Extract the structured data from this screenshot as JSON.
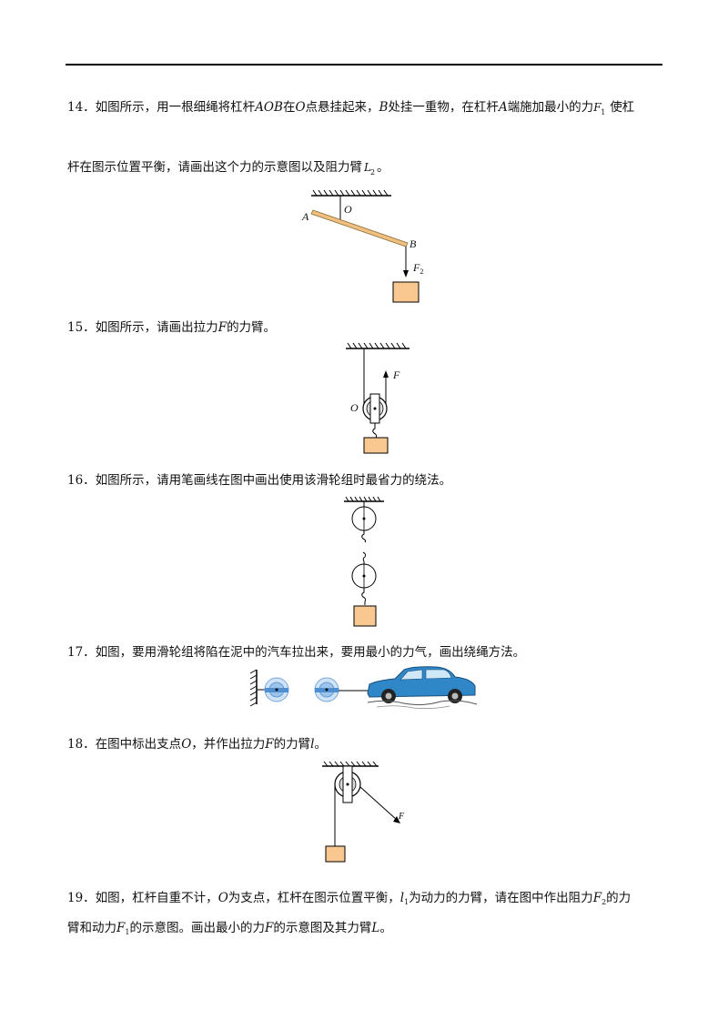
{
  "q14": {
    "num": "14．",
    "line1_a": "如图所示，用一根细绳将杠杆",
    "v_AOB": "AOB",
    "line1_b": "在",
    "v_O": "O",
    "line1_c": "点悬挂起来，",
    "v_B": "B",
    "line1_d": "处挂一重物，在杠杆",
    "v_A": "A",
    "line1_e": "端施加最小的力",
    "f1_main": "F",
    "f1_sub": "1",
    "line1_f": "使杠",
    "line2_a": "杆在图示位置平衡，请画出这个力的示意图以及阻力臂",
    "l2_main": "L",
    "l2_sub": "2",
    "line2_b": "。",
    "fig": {
      "A": "A",
      "O": "O",
      "B": "B",
      "F2_main": "F",
      "F2_sub": "2"
    }
  },
  "q15": {
    "num": "15．",
    "text_a": "如图所示，请画出拉力",
    "v_F": "F",
    "text_b": "的力臂。",
    "fig": {
      "O": "O",
      "F": "F"
    }
  },
  "q16": {
    "num": "16．",
    "text": "如图所示，请用笔画线在图中画出使用该滑轮组时最省力的绕法。"
  },
  "q17": {
    "num": "17．",
    "text": "如图，要用滑轮组将陷在泥中的汽车拉出来，要用最小的力气，画出绕绳方法。"
  },
  "q18": {
    "num": "18．",
    "text_a": "在图中标出支点",
    "v_O": "O",
    "text_b": "，并作出拉力",
    "v_F": "F",
    "text_c": "的力臂",
    "v_l": "l",
    "text_d": "。",
    "fig": {
      "F": "F"
    }
  },
  "q19": {
    "num": "19．",
    "line1_a": "如图，杠杆自重不计，",
    "v_O": "O",
    "line1_b": "为支点，杠杆在图示位置平衡，",
    "l1_main": "l",
    "l1_sub": "1",
    "line1_c": "为动力的力臂，请在图中作出阻力",
    "f2_main": "F",
    "f2_sub": "2",
    "line1_d": "的力",
    "line2_a": "臂和动力",
    "f1_main": "F",
    "f1_sub": "1",
    "line2_b": "的示意图。画出最小的力",
    "v_F": "F",
    "line2_c": "的示意图及其力臂",
    "v_L": "L",
    "line2_d": "。"
  },
  "colors": {
    "box": "#f8c890",
    "lever": "#f0c080",
    "car": "#2f87c8"
  }
}
